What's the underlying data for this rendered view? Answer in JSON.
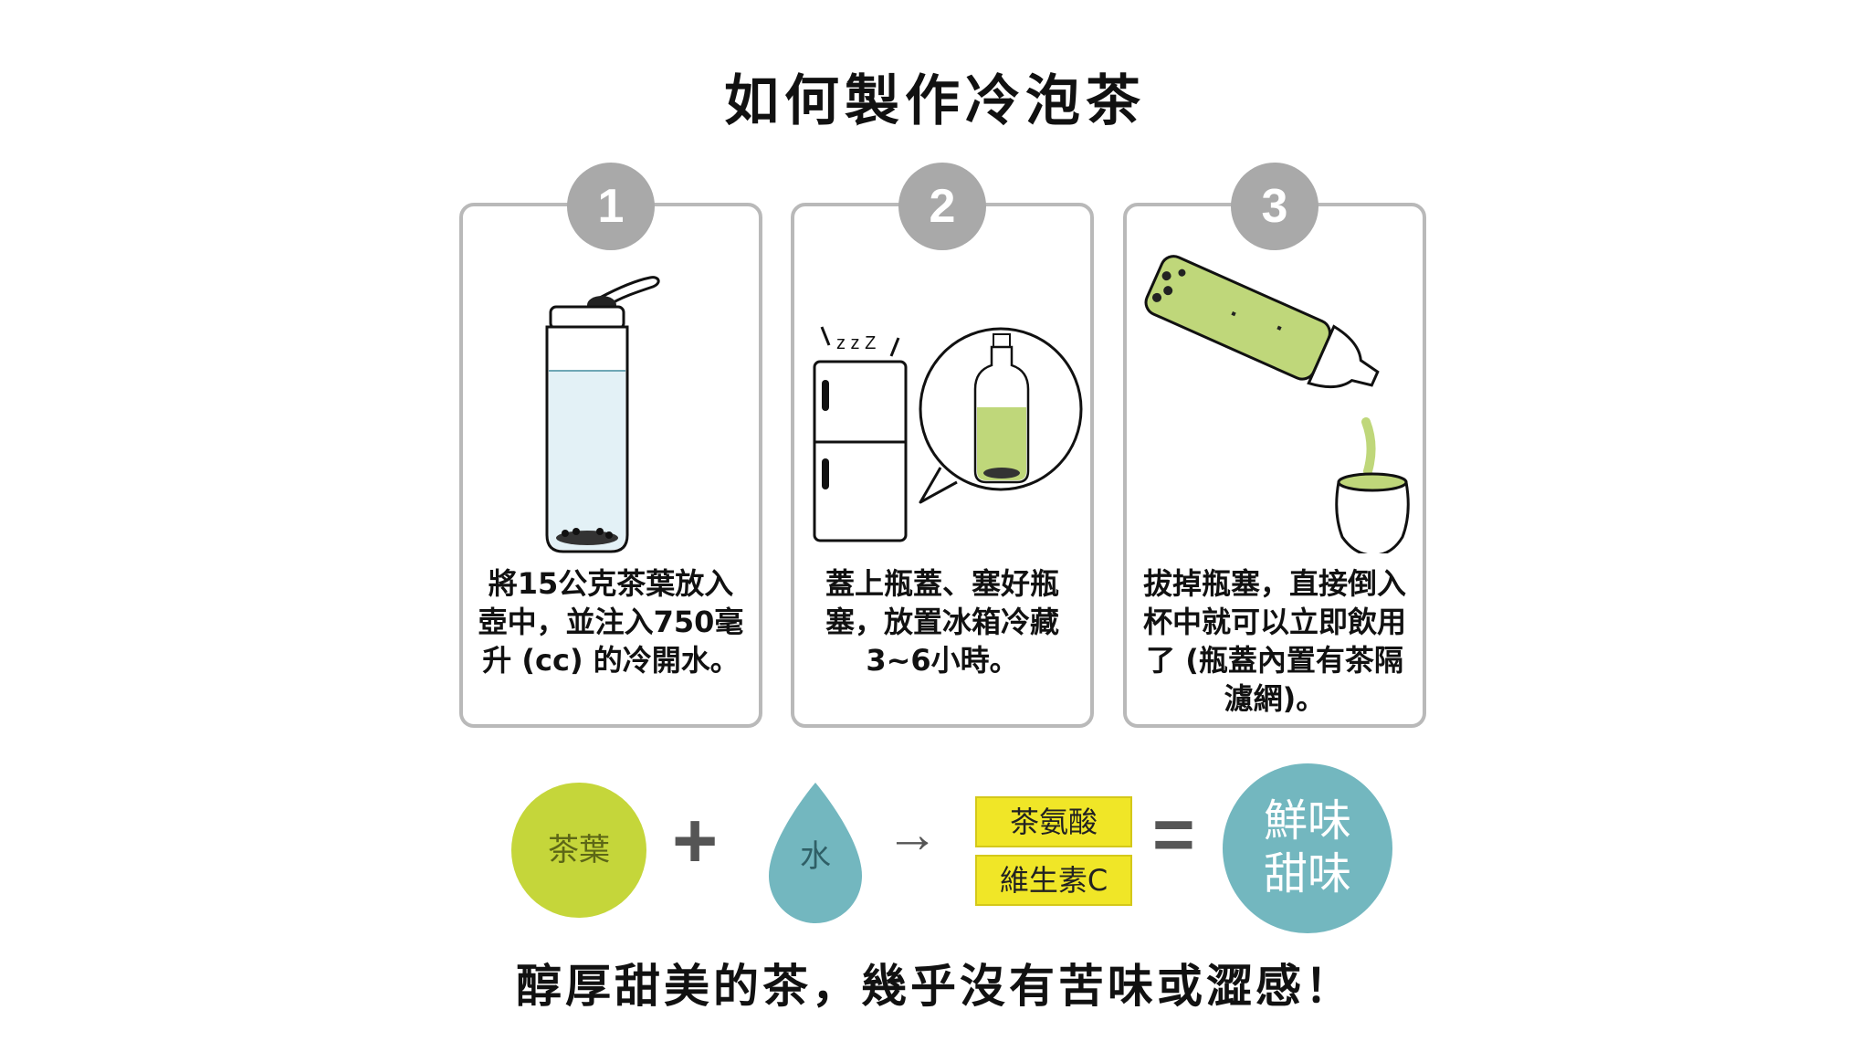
{
  "title": "如何製作冷泡茶",
  "steps": [
    {
      "number": "1",
      "text": "將15公克茶葉放入壺中，並注入750毫升 (cc) 的冷開水。"
    },
    {
      "number": "2",
      "text": "蓋上瓶蓋、塞好瓶塞，放置冰箱冷藏3~6小時。",
      "snore": "z z Z"
    },
    {
      "number": "3",
      "text": "拔掉瓶塞，直接倒入杯中就可以立即飲用了 (瓶蓋內置有茶隔濾網)。"
    }
  ],
  "formula": {
    "tea": "茶葉",
    "plus": "+",
    "water": "水",
    "arrow": "→",
    "components": [
      "茶氨酸",
      "維生素C"
    ],
    "equals": "=",
    "result": [
      "鮮味",
      "甜味"
    ]
  },
  "tagline": "醇厚甜美的茶，幾乎沒有苦味或澀感！",
  "colors": {
    "tea_green": "#c5d63a",
    "water_blue": "#73b7bf",
    "highlight_yellow": "#f0e627",
    "badge_gray": "#a9a9a9",
    "card_border": "#b9b9b9",
    "tea_liquid": "#bfd77a"
  }
}
